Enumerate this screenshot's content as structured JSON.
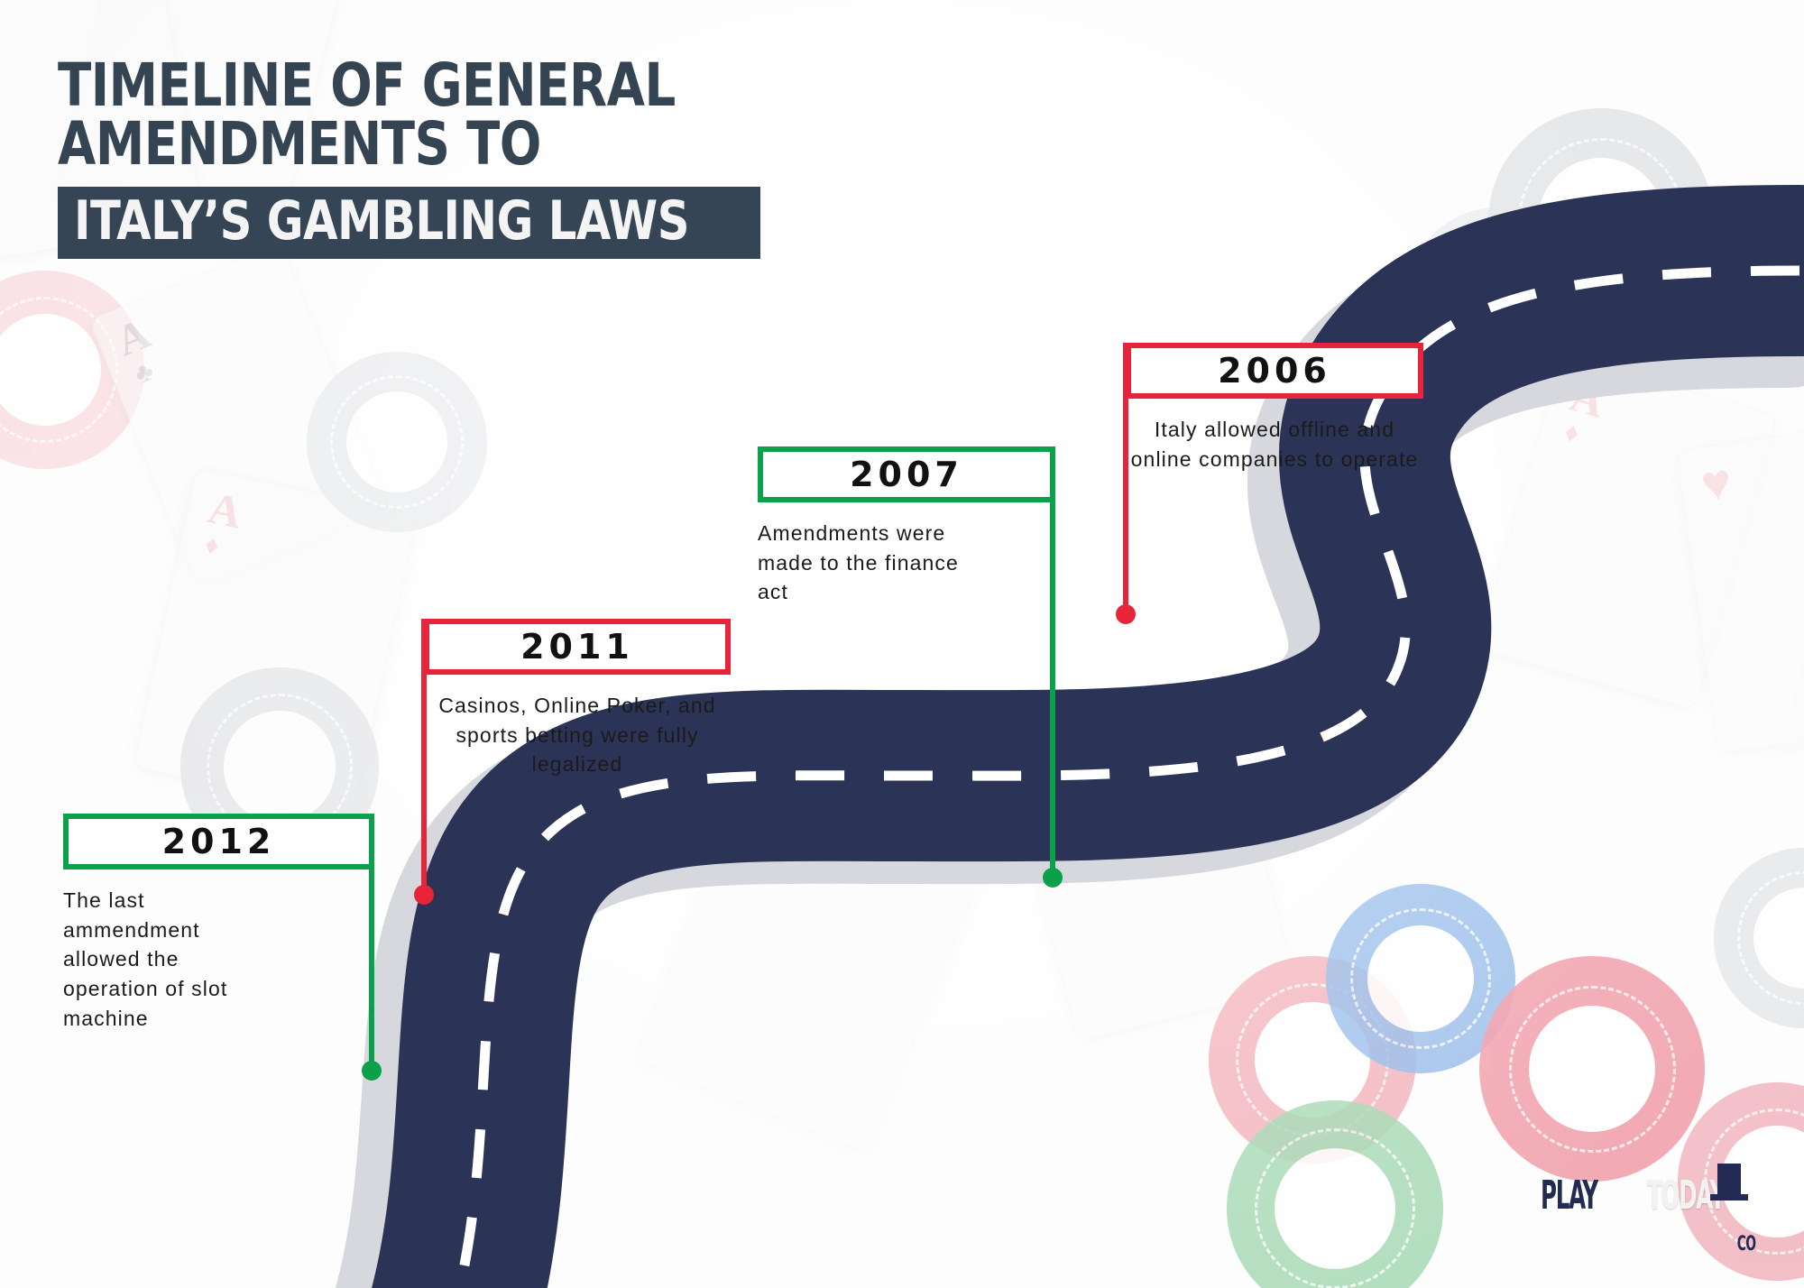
{
  "headline": {
    "line1": "TIMELINE OF GENERAL",
    "line2": "AMENDMENTS TO",
    "subtitle": "ITALY’S GAMBLING LAWS"
  },
  "colors": {
    "red": "#e8243a",
    "green": "#0ba04a",
    "road": "#2b3357",
    "headline_text": "#354452",
    "subtitle_band": "#364555",
    "subtitle_text": "#f4f4f4",
    "road_dash": "#ffffff",
    "road_shadow": "#d9dade"
  },
  "events": [
    {
      "year": "2006",
      "description": "Italy allowed offline and online companies to operate",
      "accent": "red",
      "marker_color": "#e8243a"
    },
    {
      "year": "2007",
      "description": "Amendments were made to the finance act",
      "accent": "green",
      "marker_color": "#0ba04a"
    },
    {
      "year": "2011",
      "description": "Casinos, Online Poker, and sports betting were fully legalized",
      "accent": "red",
      "marker_color": "#e8243a"
    },
    {
      "year": "2012",
      "description": "The last ammendment allowed the operation of slot machine",
      "accent": "green",
      "marker_color": "#0ba04a"
    }
  ],
  "logo": {
    "word1": "PLAY",
    "word2": "TODAY",
    "suffix": "CO",
    "hat_icon": "top-hat-icon"
  }
}
